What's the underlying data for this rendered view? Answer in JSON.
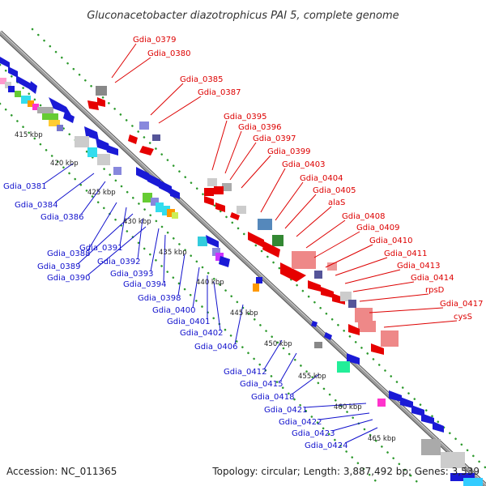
{
  "title": "Gluconacetobacter diazotrophicus PAI 5, complete genome",
  "footer": {
    "accession": "Accession: NC_011365",
    "info": "Topology: circular; Length: 3,887,492 bp; Genes: 3,539"
  },
  "colors": {
    "backbone": "#8c8c8c",
    "forward_strand": "#e60000",
    "reverse_strand": "#1a1ad6",
    "forward_label": "#dd0000",
    "reverse_label": "#1010cc",
    "dotted_guide": "#2e9a2e"
  },
  "ticks": [
    "415 kbp",
    "420 kbp",
    "425 kbp",
    "430 kbp",
    "435 kbp",
    "440 kbp",
    "445 kbp",
    "450 kbp",
    "455 kbp",
    "460 kbp",
    "465 kbp"
  ],
  "forward_labels": [
    "Gdia_0379",
    "Gdia_0380",
    "Gdia_0385",
    "Gdia_0387",
    "Gdia_0395",
    "Gdia_0396",
    "Gdia_0397",
    "Gdia_0399",
    "Gdia_0403",
    "Gdia_0404",
    "Gdia_0405",
    "alaS",
    "Gdia_0408",
    "Gdia_0409",
    "Gdia_0410",
    "Gdia_0411",
    "Gdia_0413",
    "Gdia_0414",
    "rpsD",
    "Gdia_0417",
    "cysS"
  ],
  "reverse_labels": [
    "Gdia_0381",
    "Gdia_0384",
    "Gdia_0386",
    "Gdia_0388",
    "Gdia_0391",
    "Gdia_0389",
    "Gdia_0392",
    "Gdia_0390",
    "Gdia_0393",
    "Gdia_0394",
    "Gdia_0398",
    "Gdia_0400",
    "Gdia_0401",
    "Gdia_0402",
    "Gdia_0406",
    "Gdia_0412",
    "Gdia_0415",
    "Gdia_0418",
    "Gdia_0421",
    "Gdia_0422",
    "Gdia_0423",
    "Gdia_0424"
  ]
}
